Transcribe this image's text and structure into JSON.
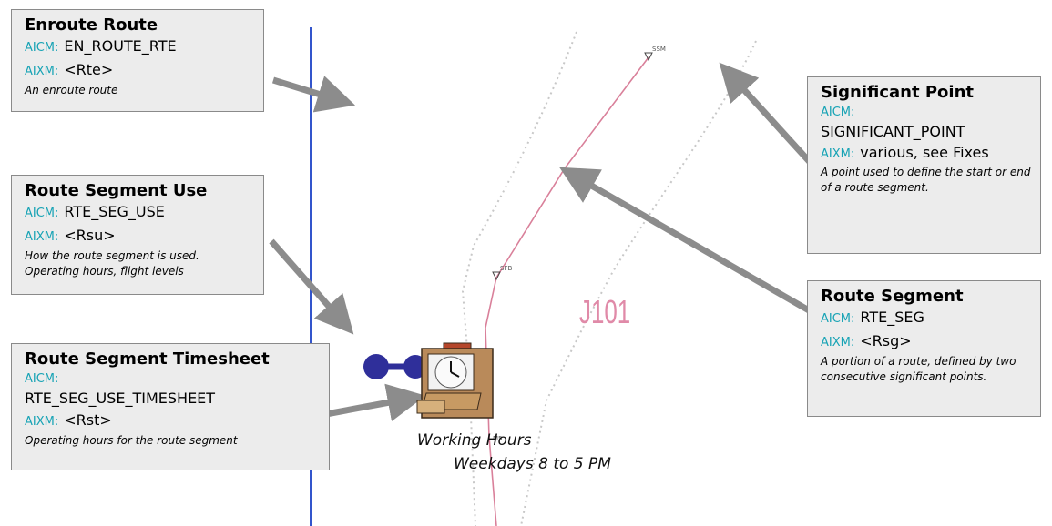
{
  "boxes": {
    "enroute": {
      "title": "Enroute Route",
      "aicm_key": "AICM:",
      "aicm_val": "EN_ROUTE_RTE",
      "aixm_key": "AIXM:",
      "aixm_val": "<Rte>",
      "desc": "An enroute route"
    },
    "segment_use": {
      "title": "Route Segment Use",
      "aicm_key": "AICM:",
      "aicm_val": "RTE_SEG_USE",
      "aixm_key": "AIXM:",
      "aixm_val": "<Rsu>",
      "desc": "How the route segment is used. Operating hours, flight levels"
    },
    "timesheet": {
      "title": "Route Segment Timesheet",
      "aicm_key": "AICM:",
      "aicm_val": "RTE_SEG_USE_TIMESHEET",
      "aixm_key": "AIXM:",
      "aixm_val": "<Rst>",
      "desc": "Operating hours for the route segment"
    },
    "sig_point": {
      "title": "Significant Point",
      "aicm_key": "AICM:",
      "aicm_val": "SIGNIFICANT_POINT",
      "aixm_key": "AIXM:",
      "aixm_val": "various, see Fixes",
      "desc": "A point used to define the start or end of a route segment."
    },
    "segment": {
      "title": "Route Segment",
      "aicm_key": "AICM:",
      "aicm_val": "RTE_SEG",
      "aixm_key": "AIXM:",
      "aixm_val": "<Rsg>",
      "desc": "A portion of a route, defined by two consecutive significant points."
    }
  },
  "map": {
    "route_label": "J101"
  },
  "working_hours": {
    "line1": "Working Hours",
    "line2": "Weekdays 8 to 5 PM"
  },
  "colors": {
    "box_fill": "#ececec",
    "box_border": "#8a8a8a",
    "key_teal": "#17a3b5",
    "arrow_gray": "#8c8c8c",
    "route_pink": "#d9809a",
    "blue_line": "#3355cc",
    "connector_navy": "#2f2f9a"
  }
}
